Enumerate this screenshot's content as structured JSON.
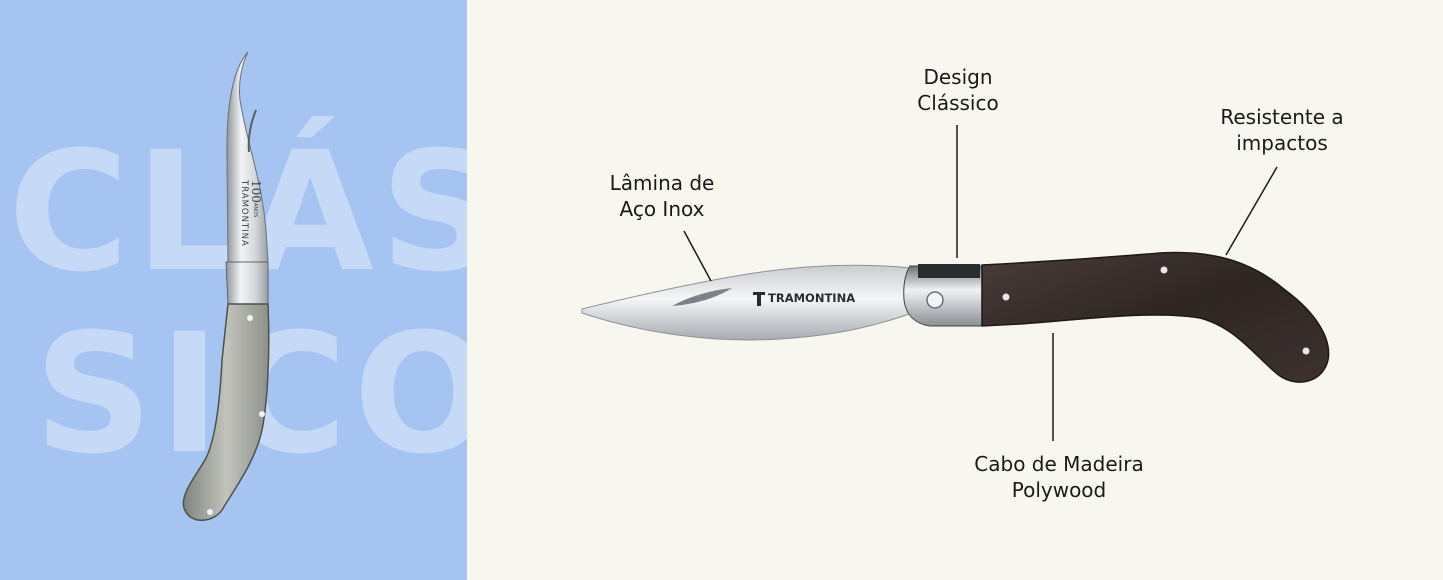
{
  "background_word": {
    "line1": "CLÁS",
    "line2": "SICO"
  },
  "features": {
    "blade": {
      "line1": "Lâmina de",
      "line2": "Aço Inox"
    },
    "design": {
      "line1": "Design",
      "line2": "Clássico"
    },
    "impact": {
      "line1": "Resistente a",
      "line2": "impactos"
    },
    "handle": {
      "line1": "Cabo de Madeira",
      "line2": "Polywood"
    }
  },
  "knife": {
    "blade_brand": "TRAMONTINA"
  },
  "vertical_knife": {
    "blade_brand": "TRAMONTINA",
    "anniversary": "100",
    "anniversary_unit": "ANOS"
  },
  "colors": {
    "left_bg": "#a6c4f2",
    "right_bg": "#f8f7ef",
    "handle_dark": "#3a2f2c",
    "handle_light": "#aeb0a8",
    "steel": "#d9dcdf"
  }
}
